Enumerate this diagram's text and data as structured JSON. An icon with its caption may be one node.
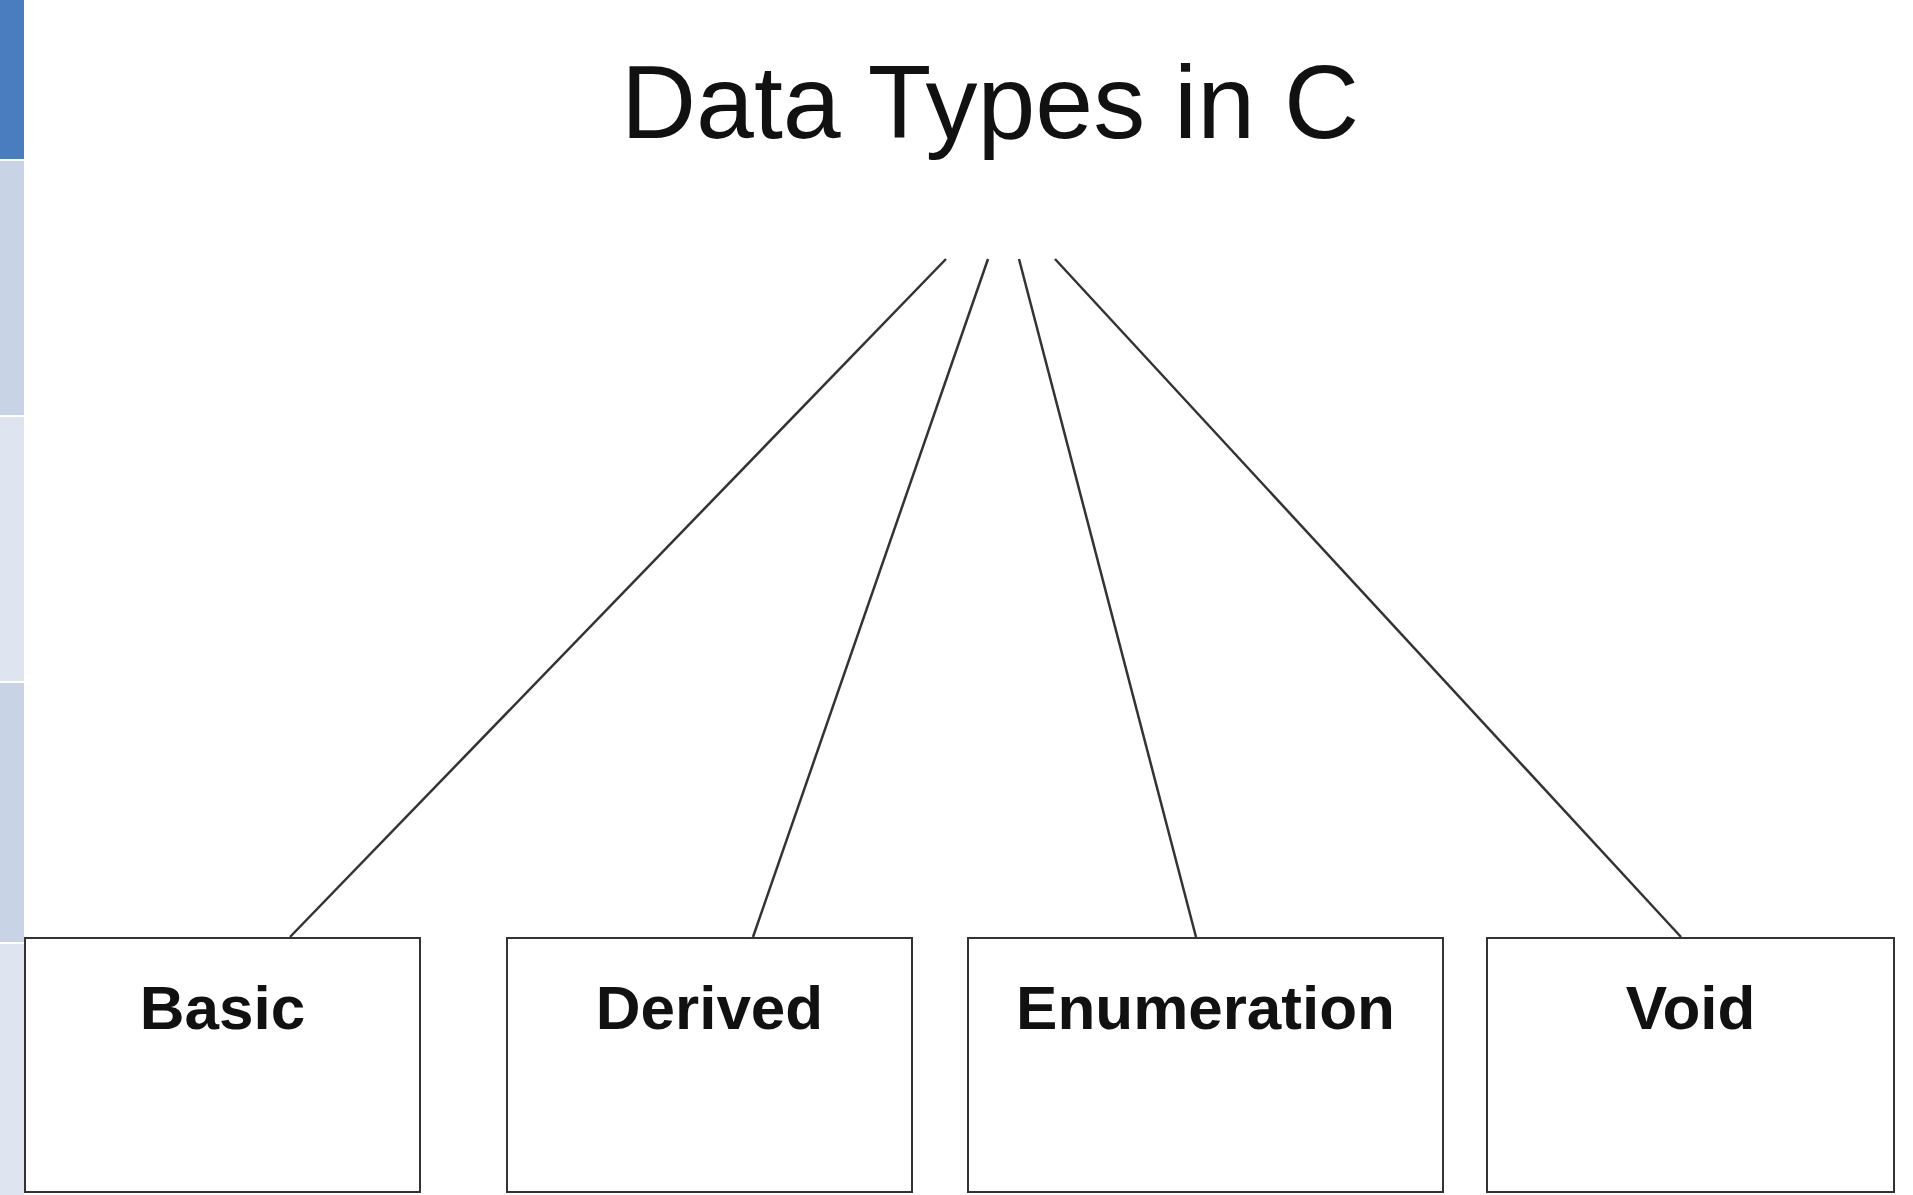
{
  "diagram": {
    "nodes": [
      {
        "text": [
          "Data Types in C"
        ]
      },
      {
        "text": [
          "Basic"
        ]
      },
      {
        "text": [
          "Derived"
        ]
      },
      {
        "text": [
          "Enumeration"
        ]
      },
      {
        "text": [
          "Void"
        ]
      }
    ],
    "edges": [
      {
        "from": 0,
        "to": 1,
        "arrow": "none"
      },
      {
        "from": 0,
        "to": 2,
        "arrow": "none"
      },
      {
        "from": 0,
        "to": 3,
        "arrow": "none"
      },
      {
        "from": 0,
        "to": 4,
        "arrow": "none"
      }
    ]
  }
}
